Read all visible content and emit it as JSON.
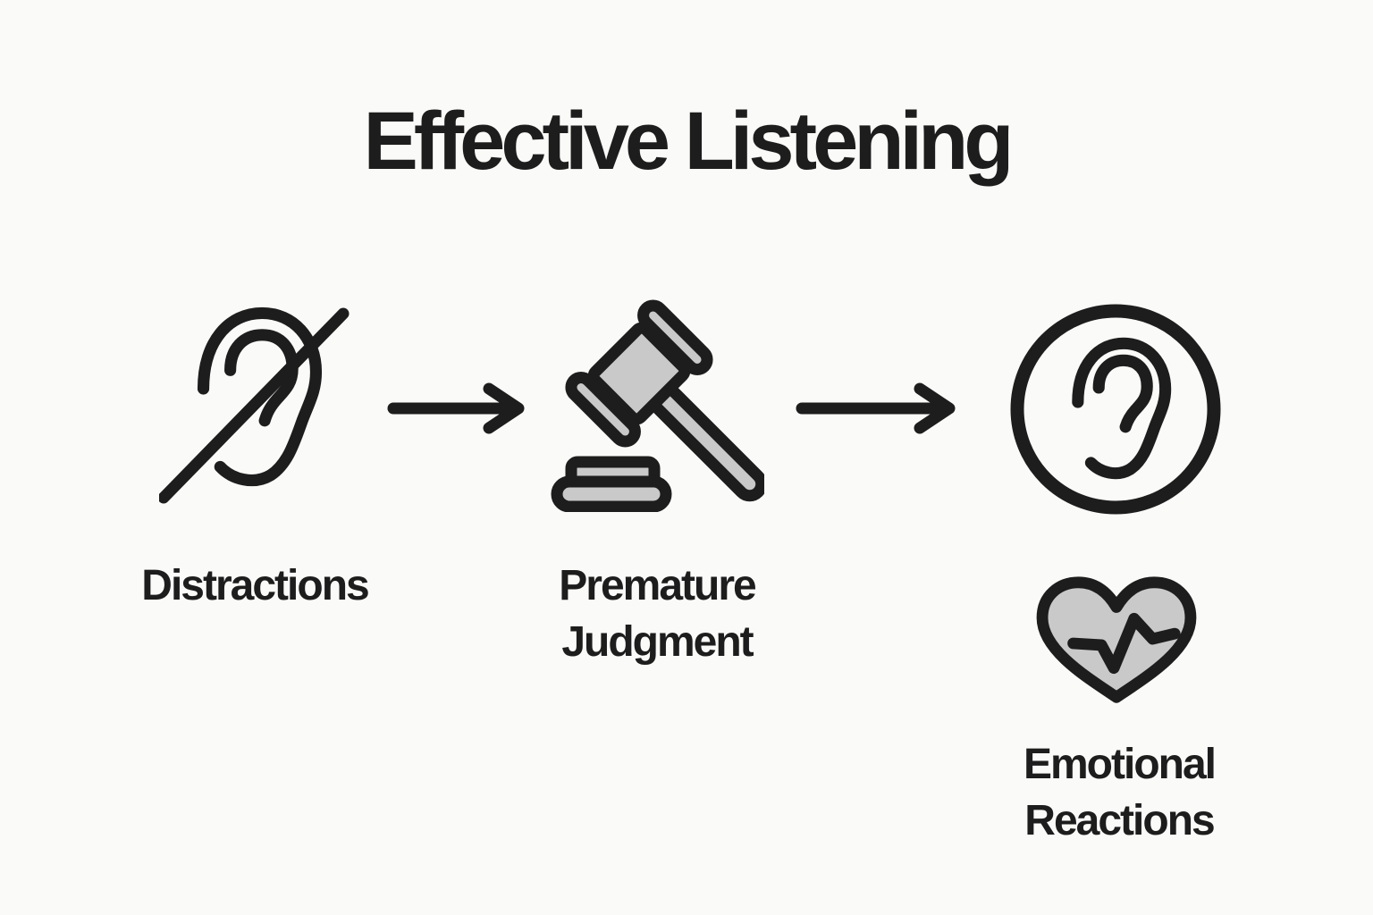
{
  "title": "Effective Listening",
  "colors": {
    "background": "#fafaf8",
    "ink": "#1d1d1d",
    "gray": "#c9c9c9"
  },
  "nodes": [
    {
      "id": "distractions",
      "label": "Distractions",
      "icon": "ear-slash-icon"
    },
    {
      "id": "premature-judgment",
      "label": "Premature Judgment",
      "icon": "gavel-icon"
    },
    {
      "id": "attentive-listening",
      "label": "",
      "icon": "ear-in-circle-icon"
    },
    {
      "id": "emotional-reactions",
      "label": "Emotional Reactions",
      "icon": "heart-pulse-icon"
    }
  ],
  "connectors": [
    {
      "from": "distractions",
      "to": "premature-judgment",
      "icon": "arrow-right-icon"
    },
    {
      "from": "premature-judgment",
      "to": "attentive-listening",
      "icon": "arrow-right-icon"
    }
  ]
}
